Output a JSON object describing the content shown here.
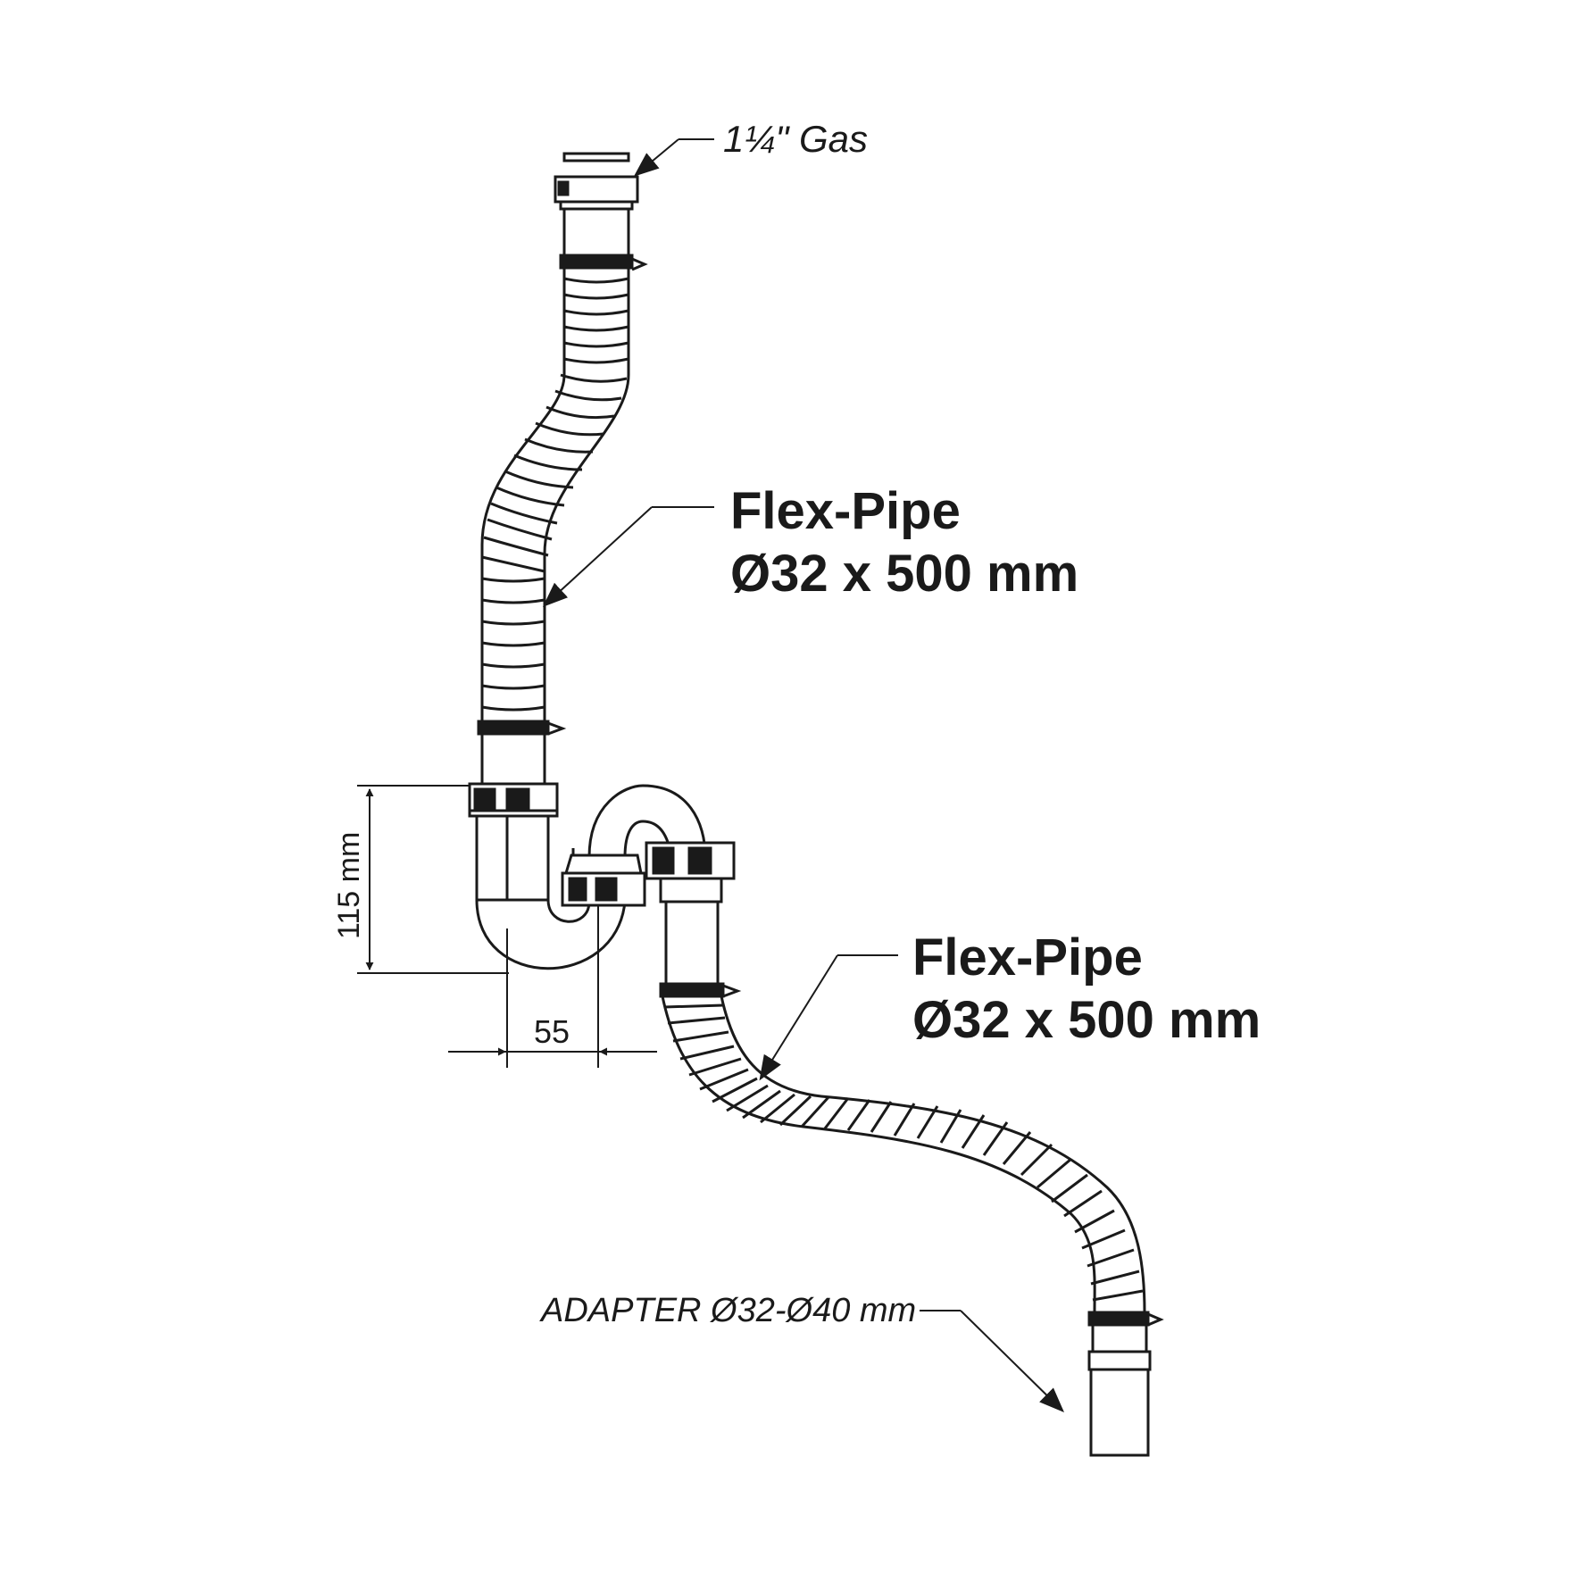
{
  "labels": {
    "gas": "1¼\" Gas",
    "flex_top_line1": "Flex-Pipe",
    "flex_top_line2": "Ø32 x 500 mm",
    "flex_bottom_line1": "Flex-Pipe",
    "flex_bottom_line2": "Ø32 x 500 mm",
    "adapter": "ADAPTER Ø32-Ø40 mm"
  },
  "dimensions": {
    "height": "115 mm",
    "width": "55"
  },
  "colors": {
    "line": "#1a1a1a",
    "background": "#ffffff"
  }
}
